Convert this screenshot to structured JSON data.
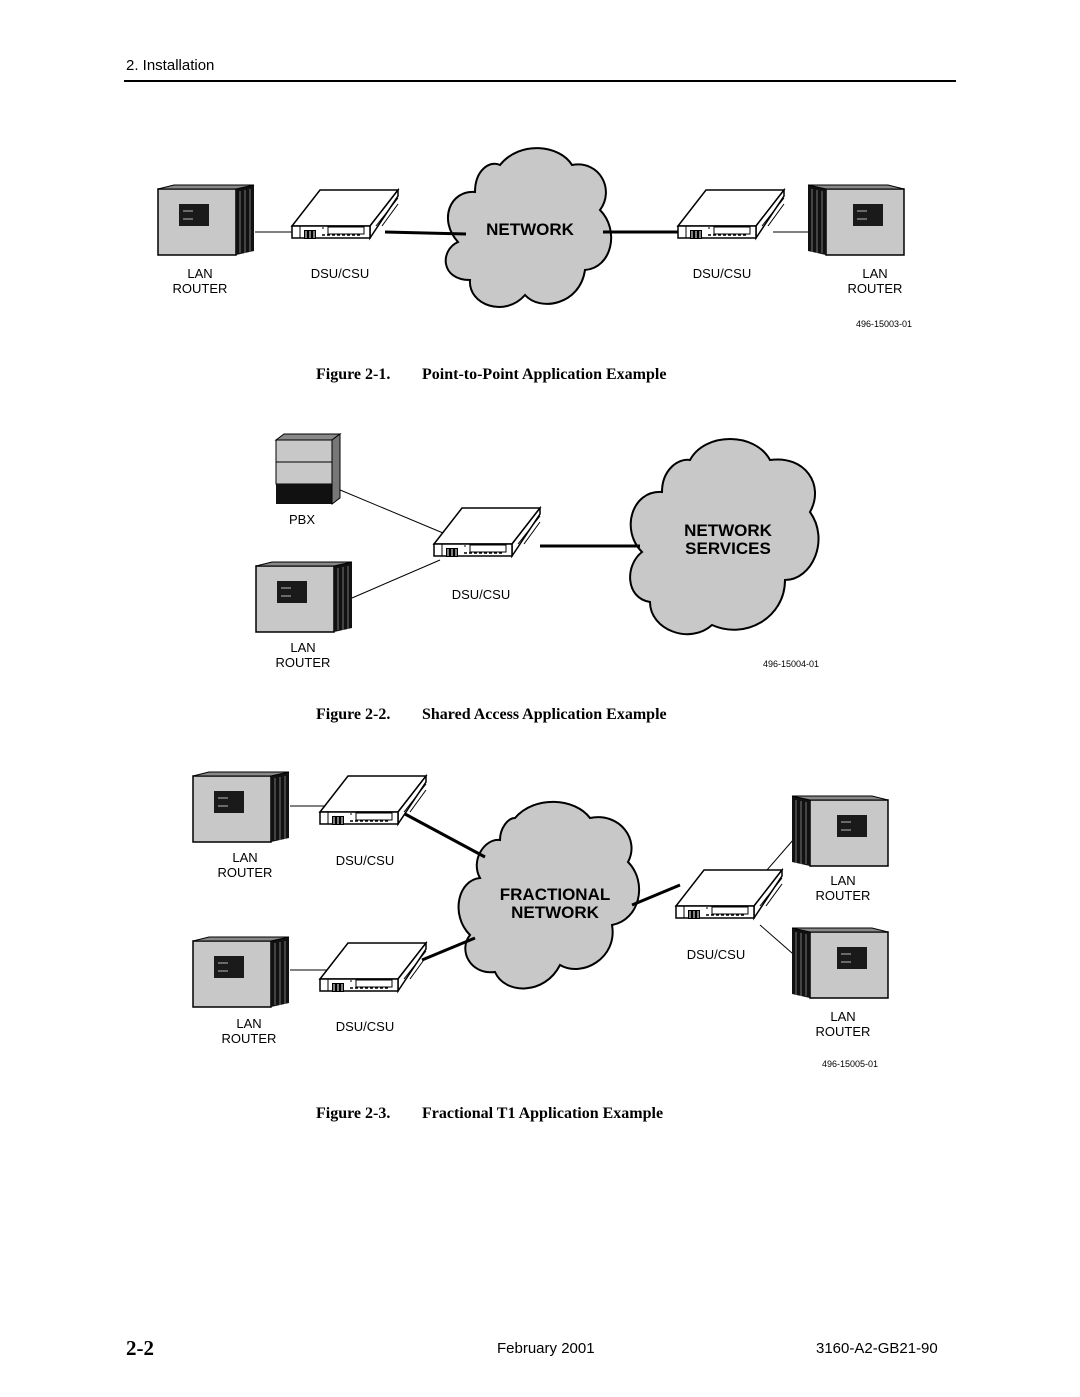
{
  "header": {
    "section": "2. Installation"
  },
  "figure1": {
    "caption_label": "Figure 2-1.",
    "caption_title": "Point-to-Point Application Example",
    "network": "NETWORK",
    "left_router": {
      "line1": "LAN",
      "line2": "ROUTER"
    },
    "left_dsu": "DSU/CSU",
    "right_dsu": "DSU/CSU",
    "right_router": {
      "line1": "LAN",
      "line2": "ROUTER"
    },
    "fig_id": "496-15003-01"
  },
  "figure2": {
    "caption_label": "Figure 2-2.",
    "caption_title": "Shared Access Application Example",
    "pbx": "PBX",
    "dsu": "DSU/CSU",
    "router": {
      "line1": "LAN",
      "line2": "ROUTER"
    },
    "network": {
      "line1": "NETWORK",
      "line2": "SERVICES"
    },
    "fig_id": "496-15004-01"
  },
  "figure3": {
    "caption_label": "Figure 2-3.",
    "caption_title": "Fractional T1 Application Example",
    "network": {
      "line1": "FRACTIONAL",
      "line2": "NETWORK"
    },
    "top_left_router": {
      "line1": "LAN",
      "line2": "ROUTER"
    },
    "top_left_dsu": "DSU/CSU",
    "bottom_left_router": {
      "line1": "LAN",
      "line2": "ROUTER"
    },
    "bottom_left_dsu": "DSU/CSU",
    "right_dsu": "DSU/CSU",
    "top_right_router": {
      "line1": "LAN",
      "line2": "ROUTER"
    },
    "bottom_right_router": {
      "line1": "LAN",
      "line2": "ROUTER"
    },
    "fig_id": "496-15005-01"
  },
  "footer": {
    "page": "2-2",
    "date": "February 2001",
    "doc_number": "3160-A2-GB21-90"
  }
}
